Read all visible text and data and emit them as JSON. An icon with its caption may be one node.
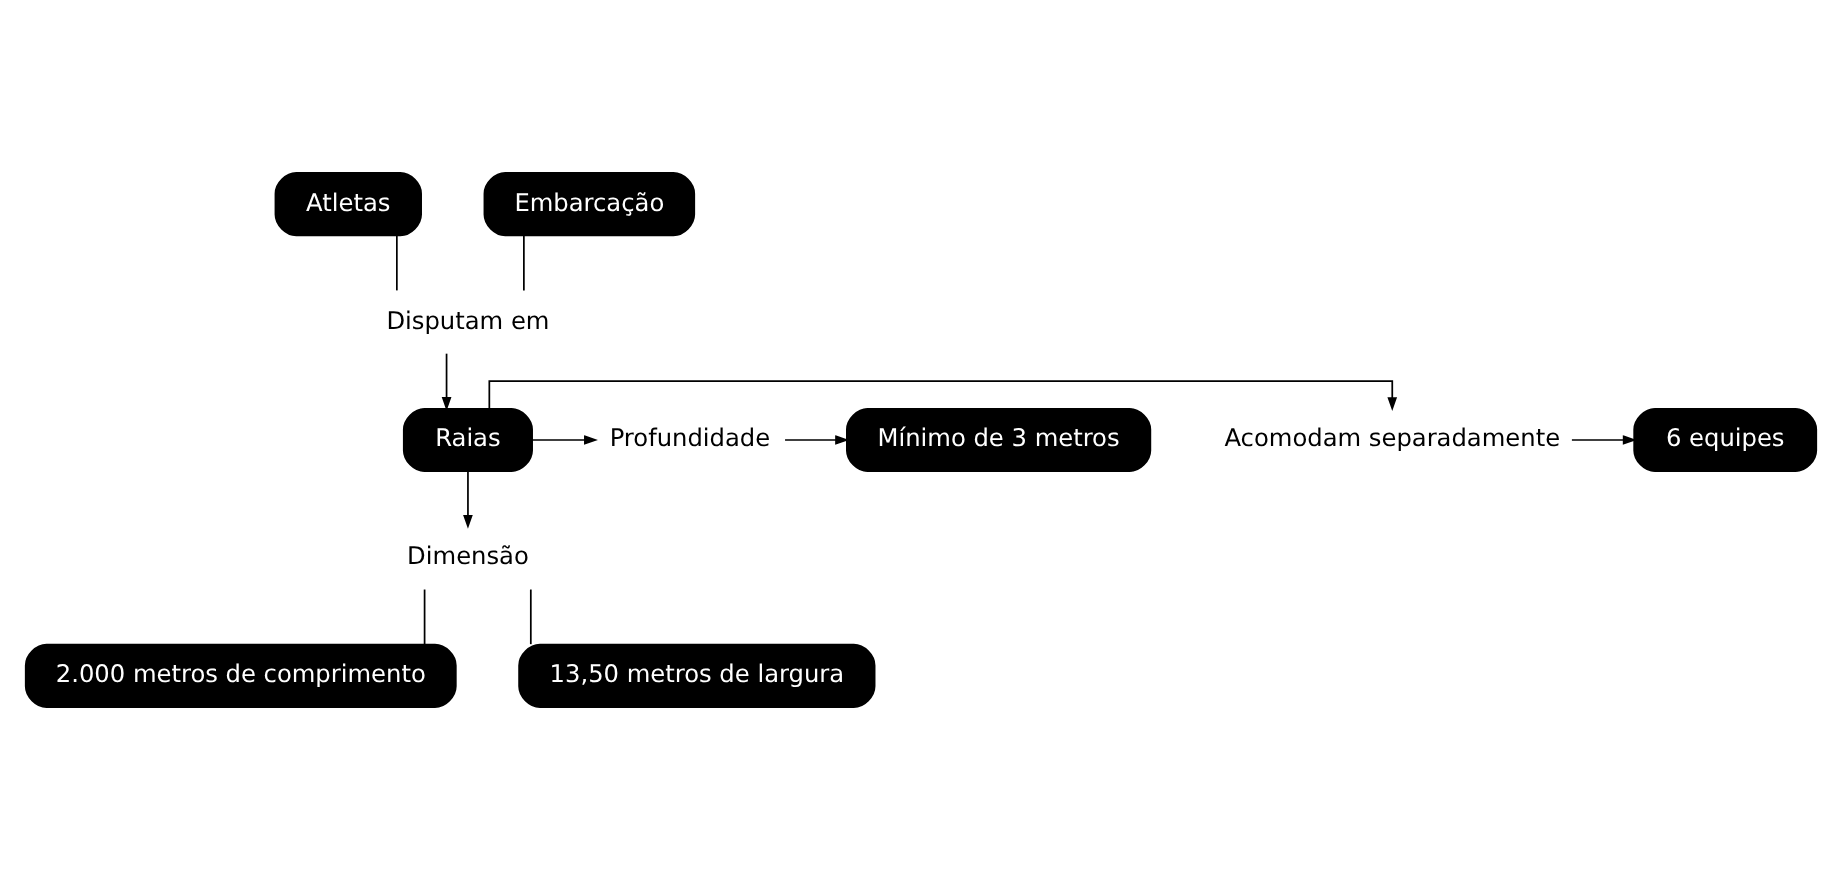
{
  "diagram": {
    "nodes": [
      {
        "text": [
          "Atletas"
        ]
      },
      {
        "text": [
          "Embarcação"
        ]
      },
      {
        "text": [
          "Disputam em"
        ]
      },
      {
        "text": [
          "Raias"
        ]
      },
      {
        "text": [
          "Acomodam separadamente"
        ]
      },
      {
        "text": [
          "6 equipes"
        ]
      },
      {
        "text": [
          "Profundidade"
        ]
      },
      {
        "text": [
          "Mínimo de 3 metros"
        ]
      },
      {
        "text": [
          "Dimensão"
        ]
      },
      {
        "text": [
          "2.000 metros de comprimento"
        ]
      },
      {
        "text": [
          "13,50 metros de largura"
        ]
      }
    ],
    "edges": [
      {
        "from": 0,
        "to": 2,
        "arrow": "none"
      },
      {
        "from": 1,
        "to": 2,
        "arrow": "none"
      },
      {
        "from": 2,
        "to": 3,
        "arrow": "to"
      },
      {
        "from": 3,
        "to": 4,
        "arrow": "to"
      },
      {
        "from": 4,
        "to": 5,
        "arrow": "to"
      },
      {
        "from": 3,
        "to": 6,
        "arrow": "to"
      },
      {
        "from": 6,
        "to": 7,
        "arrow": "to"
      },
      {
        "from": 3,
        "to": 8,
        "arrow": "to"
      },
      {
        "from": 8,
        "to": 9,
        "arrow": "none"
      },
      {
        "from": 8,
        "to": 10,
        "arrow": "none"
      }
    ]
  }
}
